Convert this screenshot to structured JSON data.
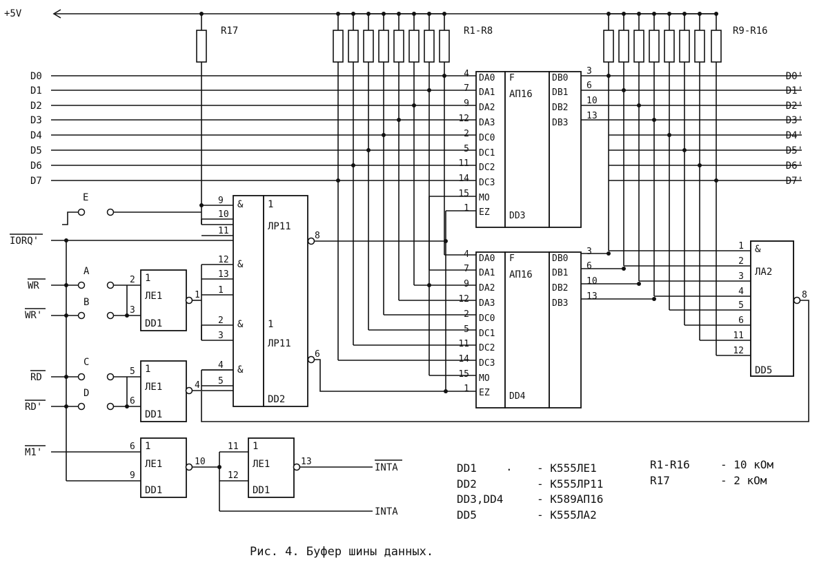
{
  "power": {
    "label": "+5V"
  },
  "resistors": {
    "r17": "R17",
    "bank_a": "R1-R8",
    "bank_b": "R9-R16"
  },
  "inputs": {
    "data": [
      "D0",
      "D1",
      "D2",
      "D3",
      "D4",
      "D5",
      "D6",
      "D7"
    ],
    "iorq": "IORQ'",
    "wr": "WR",
    "wr2": "WR'",
    "rd": "RD",
    "rd2": "RD'",
    "m1": "M1'"
  },
  "outputs": {
    "data": [
      "D0'",
      "D1'",
      "D2'",
      "D3'",
      "D4'",
      "D5'",
      "D6'",
      "D7'"
    ],
    "inta_inv": "INTA",
    "inta": "INTA"
  },
  "jumpers": [
    "E",
    "A",
    "B",
    "C",
    "D"
  ],
  "chips": {
    "dd1_type": "1",
    "dd1_fn": "ЛЕ1",
    "dd1_name": "DD1",
    "dd2_type": "1",
    "dd2_and": "&",
    "dd2_fn": "ЛР11",
    "dd2_name": "DD2",
    "ap_f": "F",
    "ap_fn": "АП16",
    "dd3_name": "DD3",
    "dd4_name": "DD4",
    "ap_left_pins": [
      "DA0",
      "DA1",
      "DA2",
      "DA3",
      "DC0",
      "DC1",
      "DC2",
      "DC3",
      "MO",
      "EZ"
    ],
    "ap_right_pins": [
      "DB0",
      "DB1",
      "DB2",
      "DB3"
    ],
    "dd5_and": "&",
    "dd5_fn": "ЛА2",
    "dd5_name": "DD5"
  },
  "pins": {
    "ap_left": [
      "4",
      "7",
      "9",
      "12",
      "2",
      "5",
      "11",
      "14",
      "15",
      "1"
    ],
    "ap_right": [
      "3",
      "6",
      "10",
      "13"
    ],
    "dd5_in": [
      "1",
      "2",
      "3",
      "4",
      "5",
      "6",
      "11",
      "12"
    ],
    "dd5_out": "8",
    "dd2_top": [
      "9",
      "10",
      "11",
      "12",
      "13",
      "1"
    ],
    "dd2_top_out": "8",
    "dd2_bot": [
      "2",
      "3",
      "4",
      "5"
    ],
    "dd2_bot_out": "6",
    "dd1_wr_in": [
      "2",
      "3"
    ],
    "dd1_wr_out": "1",
    "dd1_rd_in": [
      "5",
      "6"
    ],
    "dd1_rd_out": "4",
    "dd1_m1_in": [
      "6",
      "9"
    ],
    "dd1_m1_out": "10",
    "dd1_inta_in": [
      "11",
      "12"
    ],
    "dd1_inta_out": "13"
  },
  "legend": {
    "parts": [
      {
        "ref": "DD1",
        "part": "- К555ЛЕ1"
      },
      {
        "ref": "DD2",
        "part": "- К555ЛР11"
      },
      {
        "ref": "DD3,DD4",
        "part": "- К589АП16"
      },
      {
        "ref": "DD5",
        "part": "- К555ЛА2"
      }
    ],
    "values": [
      {
        "ref": "R1-R16",
        "value": "- 10 кОм"
      },
      {
        "ref": "R17",
        "value": "- 2 кОм"
      }
    ],
    "dot": "."
  },
  "caption": "Рис. 4. Буфер шины данных."
}
